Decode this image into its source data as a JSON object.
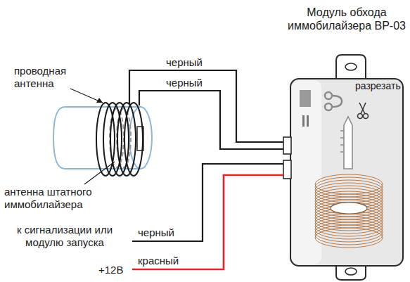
{
  "diagram": {
    "nodes": [
      {
        "text": [
          "Модуль обхода иммобилайзера ВР-03",
          "разрезать"
        ]
      }
    ],
    "labels": [
      "проводная антенна",
      "черный",
      "черный",
      "антенна штатного иммобилайзера",
      "к сигнализации или модулю запуска",
      "черный",
      "красный",
      "+12В"
    ]
  }
}
